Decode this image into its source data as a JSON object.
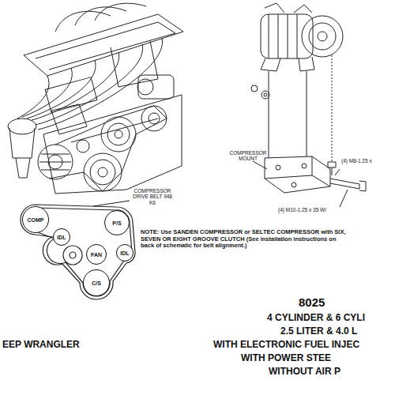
{
  "diagram": {
    "title": "8025",
    "nodes": [
      {
        "text": [
          "COMP"
        ]
      },
      {
        "text": [
          "IDL"
        ]
      },
      {
        "text": [
          "P/S"
        ]
      },
      {
        "text": [
          "FAN"
        ]
      },
      {
        "text": [
          "IDL"
        ]
      },
      {
        "text": [
          "C/S"
        ]
      }
    ],
    "labels": [
      "COMPRESSOR DRIVE BELT 948 K6",
      "(4) M8-1.25 x",
      "COMPRESSOR MOUNT",
      "(4) M10-1.25 x 35 W/",
      "NOTE: Use SANDEN COMPRESSOR or SELTEC COMPRESSOR with SIX, SEVEN OR EIGHT GROOVE CLUTCH (See installation instructions on back of schematic for belt alignment.)",
      "4 CYLINDER & 6 CYLI",
      "2.5 LITER & 4.0 L",
      "WITH ELECTRONIC FUEL INJEC",
      "WITH POWER STEE",
      "WITHOUT AIR P",
      "EEP WRANGLER"
    ]
  }
}
